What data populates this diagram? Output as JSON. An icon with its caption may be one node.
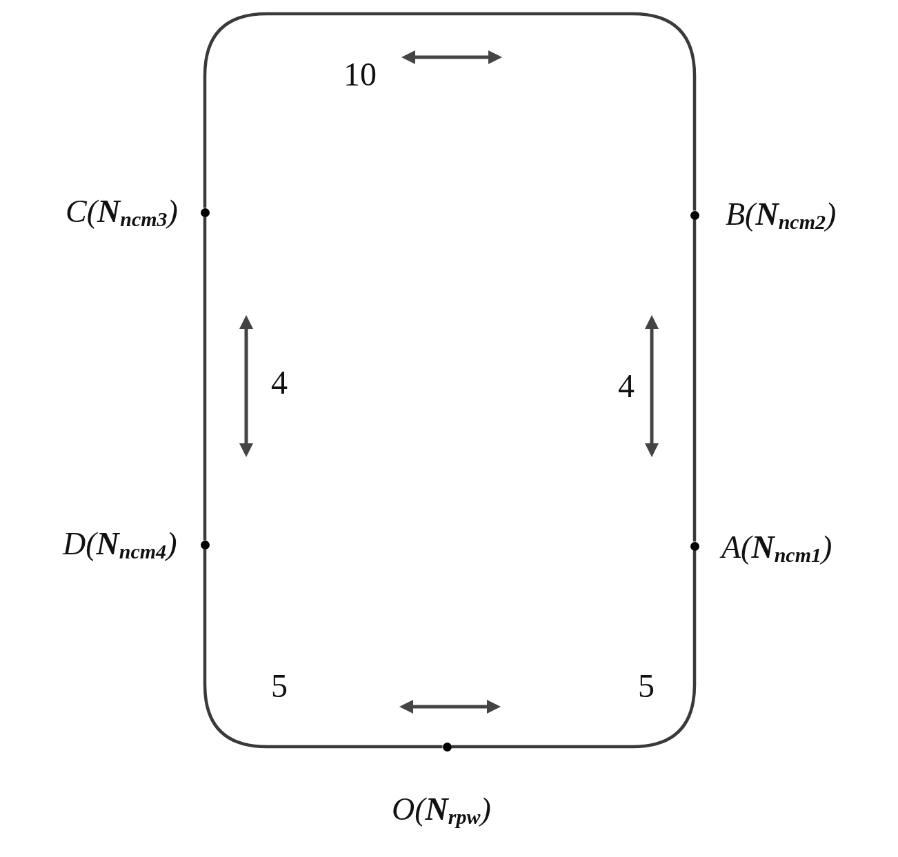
{
  "diagram": {
    "nodes": [
      {
        "text": [],
        "shape": "circle",
        "beside": [
          "C(**N**$_{ncm3}$)"
        ]
      },
      {
        "text": [],
        "shape": "circle",
        "beside": [
          "B(**N**$_{ncm2}$)"
        ]
      },
      {
        "text": [],
        "shape": "circle",
        "beside": [
          "D(**N**$_{ncm4}$)"
        ]
      },
      {
        "text": [],
        "shape": "circle",
        "beside": [
          "A(**N**$_{ncm1}$)"
        ]
      },
      {
        "text": [],
        "shape": "circle",
        "beside": [
          "O(**N**$_{rpw}$)"
        ]
      }
    ],
    "edges": [
      {
        "from": 4,
        "to": 3,
        "arrow": "none"
      },
      {
        "from": 3,
        "to": 1,
        "arrow": "none"
      },
      {
        "from": 1,
        "to": 0,
        "arrow": "none"
      },
      {
        "from": 0,
        "to": 2,
        "arrow": "none"
      },
      {
        "from": 2,
        "to": 4,
        "arrow": "none"
      }
    ],
    "labels": [
      "10",
      "4",
      "4",
      "5",
      "5"
    ]
  }
}
